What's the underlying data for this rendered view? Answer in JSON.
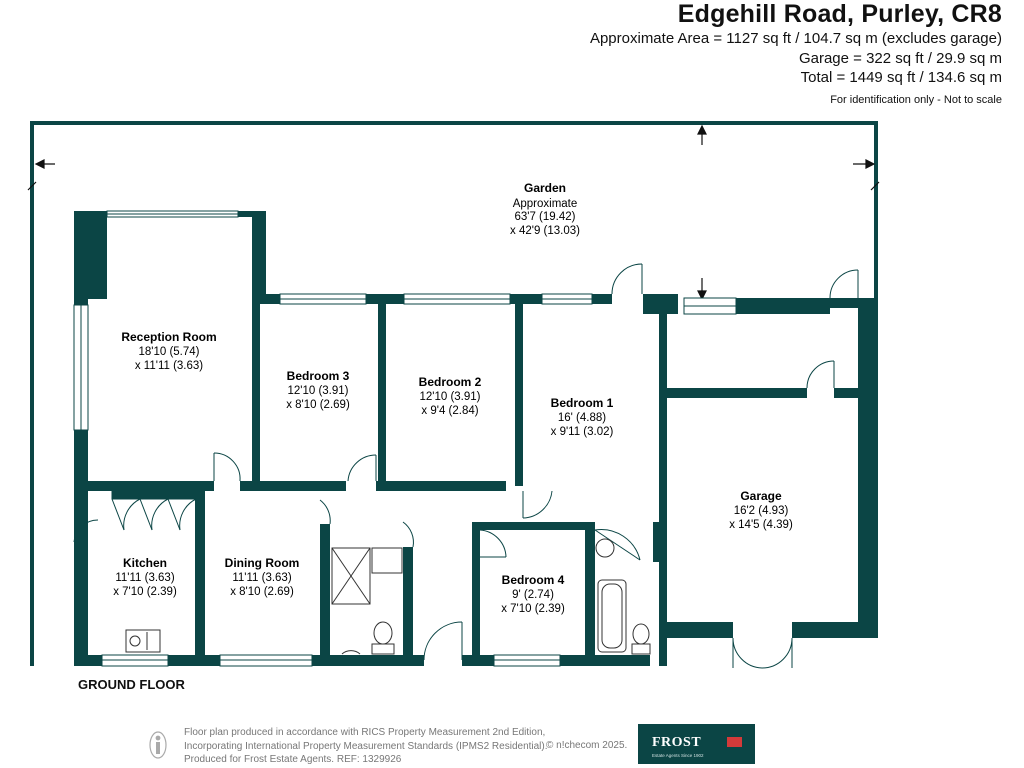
{
  "header": {
    "title": "Edgehill Road, Purley, CR8",
    "area_lines": [
      "Approximate Area = 1127 sq ft / 104.7 sq m (excludes garage)",
      "Garage = 322 sq ft / 29.9 sq m",
      "Total = 1449 sq ft / 134.6 sq m"
    ],
    "note": "For identification only - Not to scale"
  },
  "garden": {
    "name": "Garden",
    "line2": "Approximate",
    "line3": "63'7 (19.42)",
    "line4": "x 42'9 (13.03)"
  },
  "rooms": [
    {
      "name": "Reception Room",
      "dim1": "18'10 (5.74)",
      "dim2": "x 11'11 (3.63)"
    },
    {
      "name": "Bedroom 3",
      "dim1": "12'10 (3.91)",
      "dim2": "x 8'10 (2.69)"
    },
    {
      "name": "Bedroom 2",
      "dim1": "12'10 (3.91)",
      "dim2": "x 9'4 (2.84)"
    },
    {
      "name": "Bedroom 1",
      "dim1": "16' (4.88)",
      "dim2": "x 9'11 (3.02)"
    },
    {
      "name": "Garage",
      "dim1": "16'2 (4.93)",
      "dim2": "x 14'5 (4.39)"
    },
    {
      "name": "Kitchen",
      "dim1": "11'11 (3.63)",
      "dim2": "x 7'10 (2.39)"
    },
    {
      "name": "Dining Room",
      "dim1": "11'11 (3.63)",
      "dim2": "x 8'10 (2.69)"
    },
    {
      "name": "Bedroom 4",
      "dim1": "9' (2.74)",
      "dim2": "x 7'10 (2.39)"
    }
  ],
  "floor_label": "GROUND FLOOR",
  "footer": {
    "lines": [
      "Floor plan produced in accordance with RICS Property Measurement 2nd Edition,",
      "Incorporating International Property Measurement Standards (IPMS2 Residential).",
      "Produced for Frost Estate Agents.   REF:  1329926"
    ],
    "copyright": "© n!checom 2025."
  },
  "logo": {
    "name": "FROST",
    "tagline": "Estate Agents Since 1902"
  },
  "colors": {
    "wall": "#0b4545",
    "logo_accent": "#d43a3a"
  }
}
